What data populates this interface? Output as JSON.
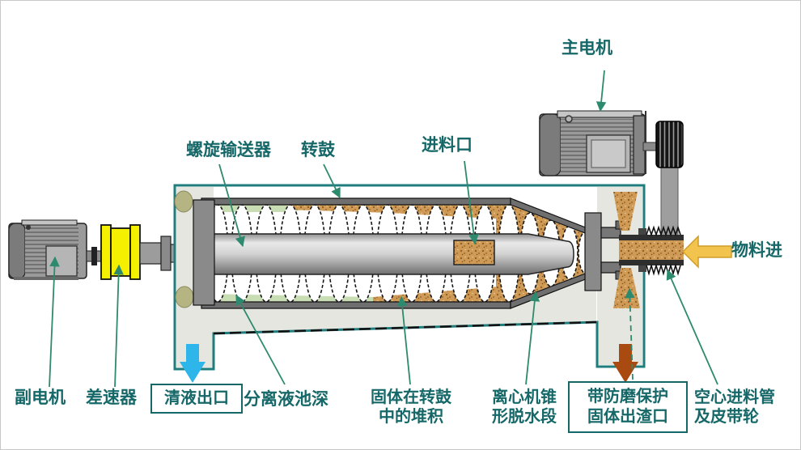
{
  "labels": {
    "main_motor": "主电机",
    "screw_conveyor": "螺旋输送器",
    "drum": "转鼓",
    "feed_inlet": "进料口",
    "material_in": "物料进",
    "aux_motor": "副电机",
    "differential": "差速器",
    "clear_liquid_outlet": "清液出口",
    "separation_pool_depth": "分离液池深",
    "solids_accumulation": "固体在转鼓\n中的堆积",
    "conical_dewatering_section": "离心机锥\n形脱水段",
    "slag_outlet": "带防磨保护\n固体出渣口",
    "hollow_feed_pipe_pulley": "空心进料管\n及皮带轮"
  },
  "colors": {
    "label_text": "#166868",
    "leader_arrow": "#2e8a6e",
    "housing_outline": "#1f7d7d",
    "housing_fill": "#e6e6e0",
    "liquid_green": "#c9ddb5",
    "solids_brown": "#cf9a55",
    "differential_yellow": "#f4f000",
    "clear_arrow": "#2eb6ea",
    "solids_arrow": "#a94a10",
    "material_arrow": "#f2c44e",
    "motor_gray": "#9a9a9a"
  }
}
